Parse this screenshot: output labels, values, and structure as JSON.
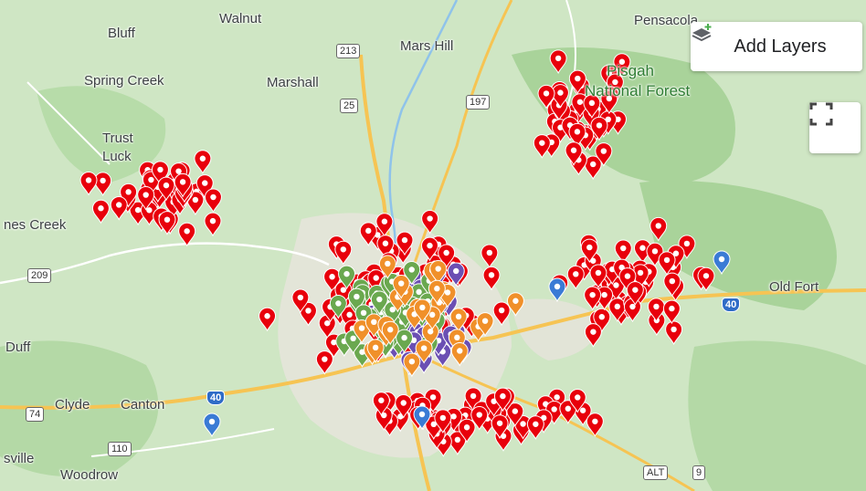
{
  "map": {
    "controls": {
      "add_layers_label": "Add Layers",
      "layers_icon": "layers-stack-plus-icon",
      "fullscreen_icon": "fullscreen-corners-icon"
    },
    "places": [
      {
        "name": "Walnut"
      },
      {
        "name": "Bluff"
      },
      {
        "name": "Mars Hill"
      },
      {
        "name": "Pensacola"
      },
      {
        "name": "Spring Creek"
      },
      {
        "name": "Marshall"
      },
      {
        "name": "Pisgah"
      },
      {
        "name": "National Forest"
      },
      {
        "name": "Trust"
      },
      {
        "name": "Luck"
      },
      {
        "name": "nes Creek"
      },
      {
        "name": "Old Fort"
      },
      {
        "name": "Duff"
      },
      {
        "name": "Clyde"
      },
      {
        "name": "Canton"
      },
      {
        "name": "Woodrow"
      },
      {
        "name": "sville"
      }
    ],
    "road_shields": [
      {
        "label": "213",
        "kind": "state"
      },
      {
        "label": "197",
        "kind": "state"
      },
      {
        "label": "25",
        "kind": "us"
      },
      {
        "label": "209",
        "kind": "state"
      },
      {
        "label": "40",
        "kind": "interstate"
      },
      {
        "label": "40",
        "kind": "interstate"
      },
      {
        "label": "74",
        "kind": "us"
      },
      {
        "label": "110",
        "kind": "state"
      },
      {
        "label": "9",
        "kind": "state"
      },
      {
        "label": "ALT",
        "kind": "us"
      }
    ],
    "marker_colors": {
      "red": "#e8000b",
      "purple": "#6b4fb3",
      "green": "#6aa84f",
      "orange": "#f0902a",
      "blue": "#3a7bd5"
    },
    "marker_counts": {
      "red": 260,
      "purple": 55,
      "green": 40,
      "orange": 30,
      "blue": 4
    }
  }
}
